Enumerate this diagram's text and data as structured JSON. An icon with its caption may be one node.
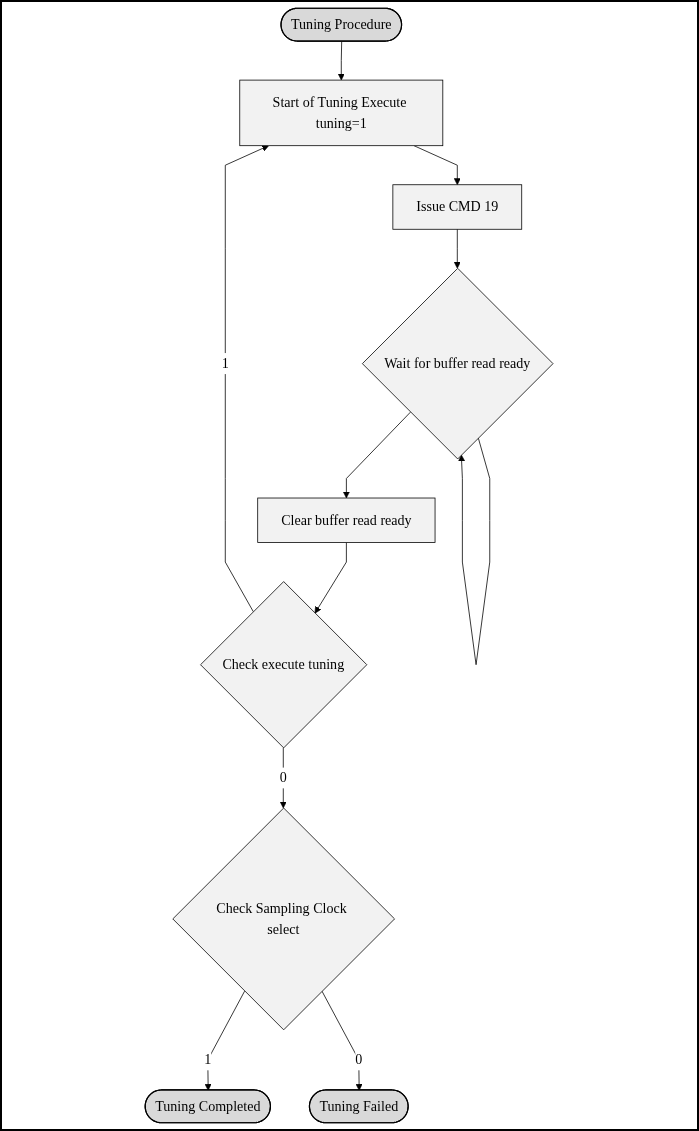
{
  "diagram": {
    "nodes": [
      {
        "text": [
          "Tuning Procedure"
        ]
      },
      {
        "text": [
          "Start of Tuning Execute tuning=1"
        ]
      },
      {
        "text": [
          "Issue CMD 19"
        ]
      },
      {
        "text": [
          "Wait for buffer read ready"
        ]
      },
      {
        "text": [
          "Clear buffer read ready"
        ]
      },
      {
        "text": [
          "Check execute tuning"
        ]
      },
      {
        "text": [
          "Check Sampling Clock select"
        ]
      },
      {
        "text": [
          "Tuning Completed"
        ]
      },
      {
        "text": [
          "Tuning Failed"
        ]
      }
    ],
    "edges": [
      {
        "from": 0,
        "to": 1,
        "arrow": "to"
      },
      {
        "from": 1,
        "to": 2,
        "arrow": "to"
      },
      {
        "from": 2,
        "to": 3,
        "arrow": "to"
      },
      {
        "from": 3,
        "to": 3,
        "arrow": "to"
      },
      {
        "from": 3,
        "to": 4,
        "arrow": "to"
      },
      {
        "from": 4,
        "to": 5,
        "arrow": "to"
      },
      {
        "from": 5,
        "to": 1,
        "arrow": "to",
        "label": "1"
      },
      {
        "from": 5,
        "to": 6,
        "arrow": "to",
        "label": "0"
      },
      {
        "from": 6,
        "to": 7,
        "arrow": "to",
        "label": "1"
      },
      {
        "from": 6,
        "to": 8,
        "arrow": "to",
        "label": "0"
      }
    ]
  }
}
